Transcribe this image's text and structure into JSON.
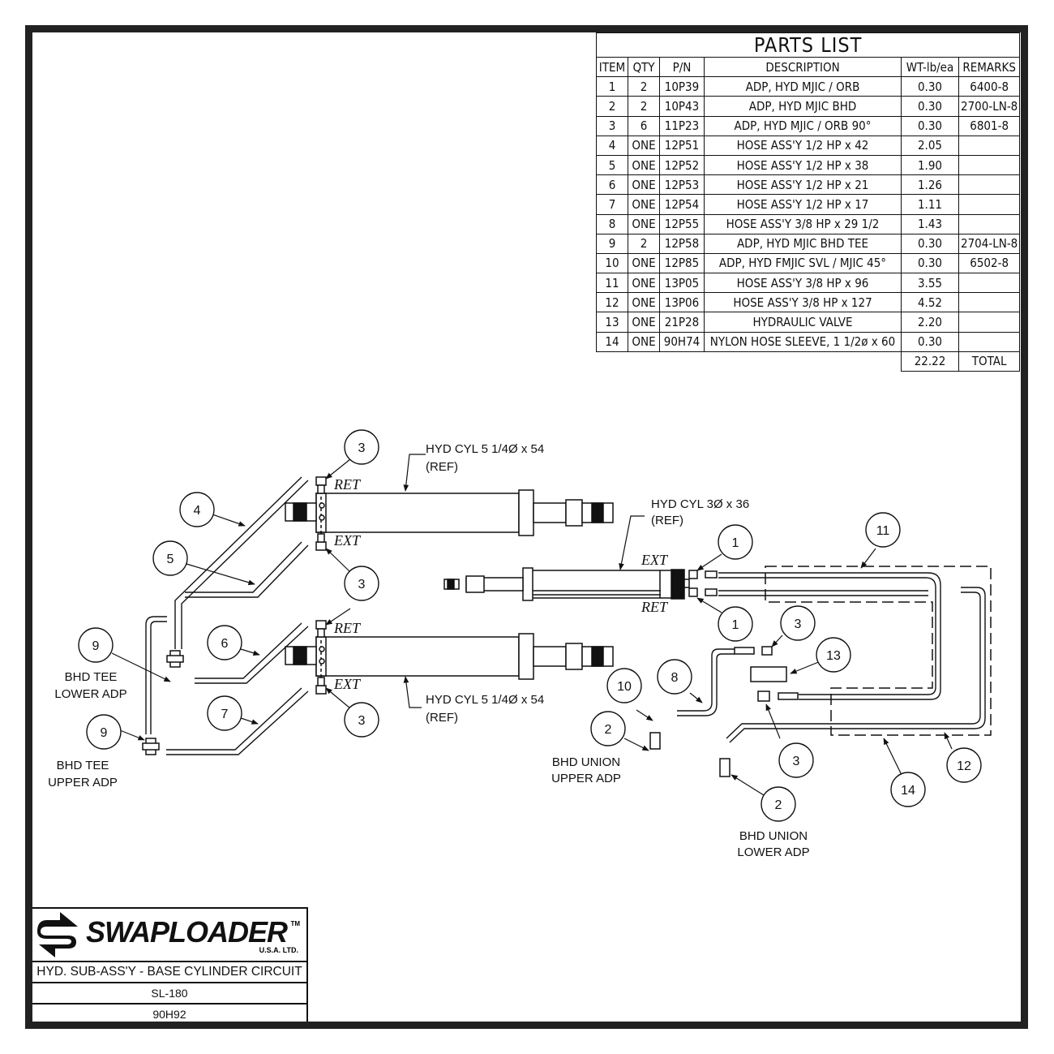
{
  "parts_list": {
    "title": "PARTS LIST",
    "columns": [
      "ITEM",
      "QTY",
      "P/N",
      "DESCRIPTION",
      "WT-lb/ea",
      "REMARKS"
    ],
    "rows": [
      {
        "item": "1",
        "qty": "2",
        "pn": "10P39",
        "desc": "ADP, HYD MJIC / ORB",
        "wt": "0.30",
        "remarks": "6400-8"
      },
      {
        "item": "2",
        "qty": "2",
        "pn": "10P43",
        "desc": "ADP, HYD MJIC BHD",
        "wt": "0.30",
        "remarks": "2700-LN-8"
      },
      {
        "item": "3",
        "qty": "6",
        "pn": "11P23",
        "desc": "ADP, HYD MJIC / ORB 90°",
        "wt": "0.30",
        "remarks": "6801-8"
      },
      {
        "item": "4",
        "qty": "ONE",
        "pn": "12P51",
        "desc": "HOSE ASS'Y 1/2 HP x 42",
        "wt": "2.05",
        "remarks": ""
      },
      {
        "item": "5",
        "qty": "ONE",
        "pn": "12P52",
        "desc": "HOSE ASS'Y 1/2 HP x 38",
        "wt": "1.90",
        "remarks": ""
      },
      {
        "item": "6",
        "qty": "ONE",
        "pn": "12P53",
        "desc": "HOSE ASS'Y 1/2 HP x 21",
        "wt": "1.26",
        "remarks": ""
      },
      {
        "item": "7",
        "qty": "ONE",
        "pn": "12P54",
        "desc": "HOSE ASS'Y 1/2 HP x 17",
        "wt": "1.11",
        "remarks": ""
      },
      {
        "item": "8",
        "qty": "ONE",
        "pn": "12P55",
        "desc": "HOSE ASS'Y 3/8 HP x 29 1/2",
        "wt": "1.43",
        "remarks": ""
      },
      {
        "item": "9",
        "qty": "2",
        "pn": "12P58",
        "desc": "ADP, HYD MJIC BHD TEE",
        "wt": "0.30",
        "remarks": "2704-LN-8"
      },
      {
        "item": "10",
        "qty": "ONE",
        "pn": "12P85",
        "desc": "ADP, HYD FMJIC SVL / MJIC 45°",
        "wt": "0.30",
        "remarks": "6502-8"
      },
      {
        "item": "11",
        "qty": "ONE",
        "pn": "13P05",
        "desc": "HOSE ASS'Y 3/8 HP x 96",
        "wt": "3.55",
        "remarks": ""
      },
      {
        "item": "12",
        "qty": "ONE",
        "pn": "13P06",
        "desc": "HOSE ASS'Y 3/8 HP x 127",
        "wt": "4.52",
        "remarks": ""
      },
      {
        "item": "13",
        "qty": "ONE",
        "pn": "21P28",
        "desc": "HYDRAULIC VALVE",
        "wt": "2.20",
        "remarks": ""
      },
      {
        "item": "14",
        "qty": "ONE",
        "pn": "90H74",
        "desc": "NYLON HOSE SLEEVE, 1 1/2ø x 60",
        "wt": "0.30",
        "remarks": ""
      }
    ],
    "total_weight": "22.22",
    "total_label": "TOTAL"
  },
  "drawing": {
    "labels": {
      "cyl_upper": [
        "HYD CYL 5 1/4Ø x 54",
        "(REF)"
      ],
      "cyl_lower": [
        "HYD CYL 5 1/4Ø x 54",
        "(REF)"
      ],
      "cyl_small": [
        "HYD CYL 3Ø x 36",
        "(REF)"
      ],
      "tee_lower": [
        "BHD TEE",
        "LOWER ADP"
      ],
      "tee_upper": [
        "BHD TEE",
        "UPPER ADP"
      ],
      "union_upper": [
        "BHD UNION",
        "UPPER ADP"
      ],
      "union_lower": [
        "BHD UNION",
        "LOWER ADP"
      ]
    },
    "ports": {
      "ret": "RET",
      "ext": "EXT"
    },
    "balloons": [
      "3",
      "4",
      "5",
      "3",
      "9",
      "6",
      "7",
      "3",
      "9",
      "1",
      "1",
      "11",
      "3",
      "13",
      "8",
      "10",
      "2",
      "3",
      "12",
      "14",
      "2"
    ]
  },
  "title_block": {
    "brand": "SWAPLOADER",
    "trademark": "TM",
    "brand_sub": "U.S.A.   LTD.",
    "title": "HYD. SUB-ASS'Y - BASE CYLINDER CIRCUIT",
    "model": "SL-180",
    "drawing_number": "90H92"
  }
}
